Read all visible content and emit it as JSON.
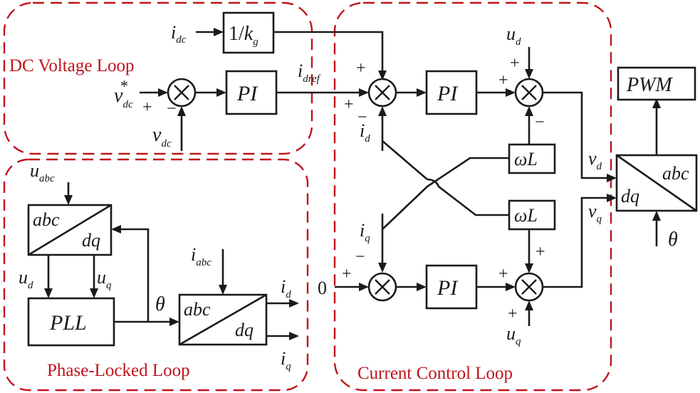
{
  "regions": {
    "dc_voltage_loop": "DC Voltage Loop",
    "phase_locked_loop": "Phase-Locked Loop",
    "current_control_loop": "Current Control Loop"
  },
  "blocks": {
    "gain_base": "1/",
    "gain_k": "k",
    "gain_sub": "g",
    "pi": "PI",
    "pwm": "PWM",
    "pll": "PLL",
    "omega_l": "ωL",
    "abc": "abc",
    "dq": "dq"
  },
  "signals": {
    "i": "i",
    "v": "v",
    "u": "u",
    "theta": "θ",
    "zero": "0",
    "star": "*",
    "dc": "dc",
    "dref": "dref",
    "d": "d",
    "q": "q",
    "abc": "abc"
  },
  "signs": {
    "plus": "+",
    "minus": "−"
  },
  "colors": {
    "region_border": "#c0141c",
    "line": "#1a1a1a"
  }
}
